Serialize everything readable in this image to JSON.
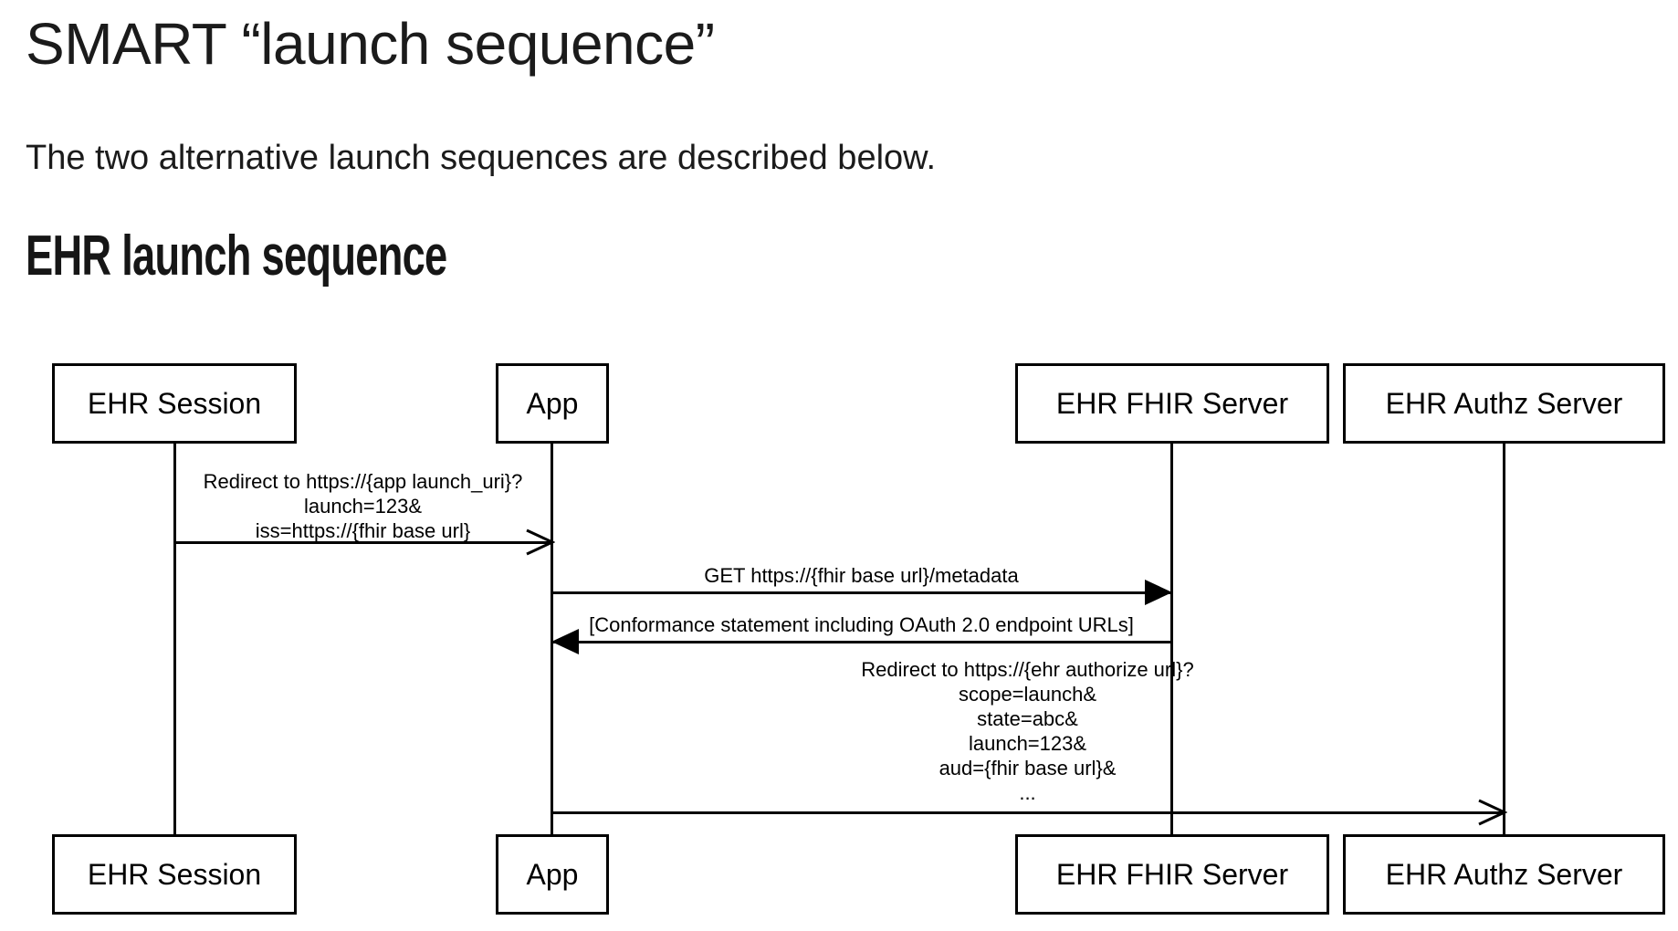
{
  "page": {
    "title": "SMART “launch sequence”",
    "intro": "The two alternative launch sequences are described below.",
    "section_heading": "EHR launch sequence"
  },
  "diagram": {
    "type": "sequence",
    "actors": [
      {
        "id": "ehr-session",
        "label": "EHR Session"
      },
      {
        "id": "app",
        "label": "App"
      },
      {
        "id": "ehr-fhir-server",
        "label": "EHR FHIR Server"
      },
      {
        "id": "ehr-authz-server",
        "label": "EHR Authz Server"
      }
    ],
    "messages": [
      {
        "from": "EHR Session",
        "to": "App",
        "arrowhead": "open",
        "lines": [
          "Redirect to https://{app launch_uri}?",
          "launch=123&",
          "iss=https://{fhir base url}"
        ]
      },
      {
        "from": "App",
        "to": "EHR FHIR Server",
        "arrowhead": "filled",
        "lines": [
          "GET https://{fhir base url}/metadata"
        ]
      },
      {
        "from": "EHR FHIR Server",
        "to": "App",
        "arrowhead": "filled",
        "lines": [
          "[Conformance statement including OAuth 2.0 endpoint URLs]"
        ]
      },
      {
        "from": "App",
        "to": "EHR Authz Server",
        "arrowhead": "open",
        "lines": [
          "Redirect to https://{ehr authorize url}?",
          "scope=launch&",
          "state=abc&",
          "launch=123&",
          "aud={fhir base url}&",
          "..."
        ]
      }
    ],
    "colors": {
      "stroke": "#000000",
      "heading_text": "#1b1b1b",
      "background": "#ffffff"
    }
  }
}
